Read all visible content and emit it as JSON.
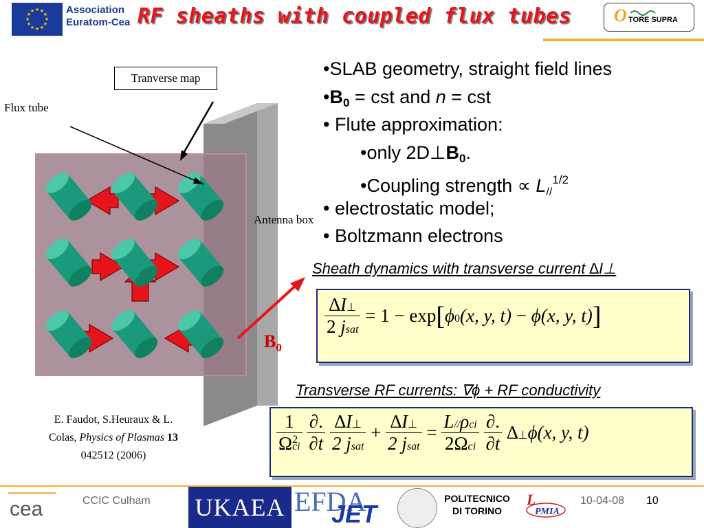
{
  "header": {
    "association_line1": "Association",
    "association_line2": "Euratom-Cea",
    "title": "RF sheaths with coupled flux tubes",
    "tore_supra": "TORE SUPRA"
  },
  "bullets": {
    "b1": "•SLAB geometry, straight field lines",
    "b2_bullet": "•",
    "b2_B": "B",
    "b2_sub": "0",
    "b2_mid": " = cst and ",
    "b2_n": "n",
    "b2_end": " = cst",
    "b3": "•  Flute approximation:",
    "b4_pre": "•only 2D⊥",
    "b4_B": "B",
    "b4_sub": "0",
    "b4_end": ".",
    "b5_pre": "•Coupling strength ∝ ",
    "b5_L": "L",
    "b5_sub": "//",
    "b5_sup": "1/2",
    "b6": "•  electrostatic model;",
    "b7": "•  Boltzmann electrons"
  },
  "equations": {
    "caption1": "Sheath dynamics with transverse current ∆I⊥",
    "caption2": "Transverse RF currents: ∇ϕ + RF conductivity",
    "eq1": {
      "num_delta": "∆",
      "num_I": "I",
      "num_perp": "⊥",
      "den_2": "2",
      "den_j": "j",
      "den_sat": "sat",
      "rhs_a": "= 1 − exp",
      "rhs_phi0": "ϕ",
      "rhs_0": "0",
      "rhs_args1": "(x, y, t)",
      "rhs_minus": " − ",
      "rhs_phi": "ϕ",
      "rhs_args2": "(x, y, t)"
    },
    "eq2": {
      "f1_num": "1",
      "f1_den": "Ω",
      "f1_den_sup": "2",
      "f1_den_sub": "ci",
      "f2_num": "∂.",
      "f2_den": "∂t",
      "f3_num": "∆I",
      "f3_num_sub": "⊥",
      "f3_den": "2 j",
      "f3_den_sub": "sat",
      "plus": "+",
      "eqsign": "=",
      "f5_num_L": "L",
      "f5_num_sub": "//",
      "f5_num_rho": "ρ",
      "f5_num_ci": "ci",
      "f5_den": "2Ω",
      "f5_den_sub": "ci",
      "lap": "∆",
      "lap_sub": "⊥",
      "phi": "ϕ",
      "args": "(x, y, t)"
    }
  },
  "diagram": {
    "transverse_map": "Tranverse map",
    "flux_tube": "Flux tube",
    "antenna_box": "Antenna box",
    "b0_main": "B",
    "b0_sub": "0"
  },
  "reference": {
    "line1": "E. Faudot, S.Heuraux & L.",
    "line2_pre": "Colas, ",
    "journal": "Physics of Plasmas",
    "volume": "13",
    "line3": "042512 (2006)"
  },
  "footer": {
    "ccic": "CCIC Culham",
    "ukaea": "UKAEA",
    "efda": "EFDA",
    "jet": "JET",
    "politecnico_1": "POLITECNICO",
    "politecnico_2": "DI TORINO",
    "pmia": "PMIA",
    "date": "10-04-08",
    "page": "10"
  },
  "colors": {
    "title": "#e8141c",
    "arrow": "#e8141c",
    "tube": "#1a9a7a",
    "equation_bg": "#ffffcc",
    "accent_line": "#f4b23a"
  }
}
